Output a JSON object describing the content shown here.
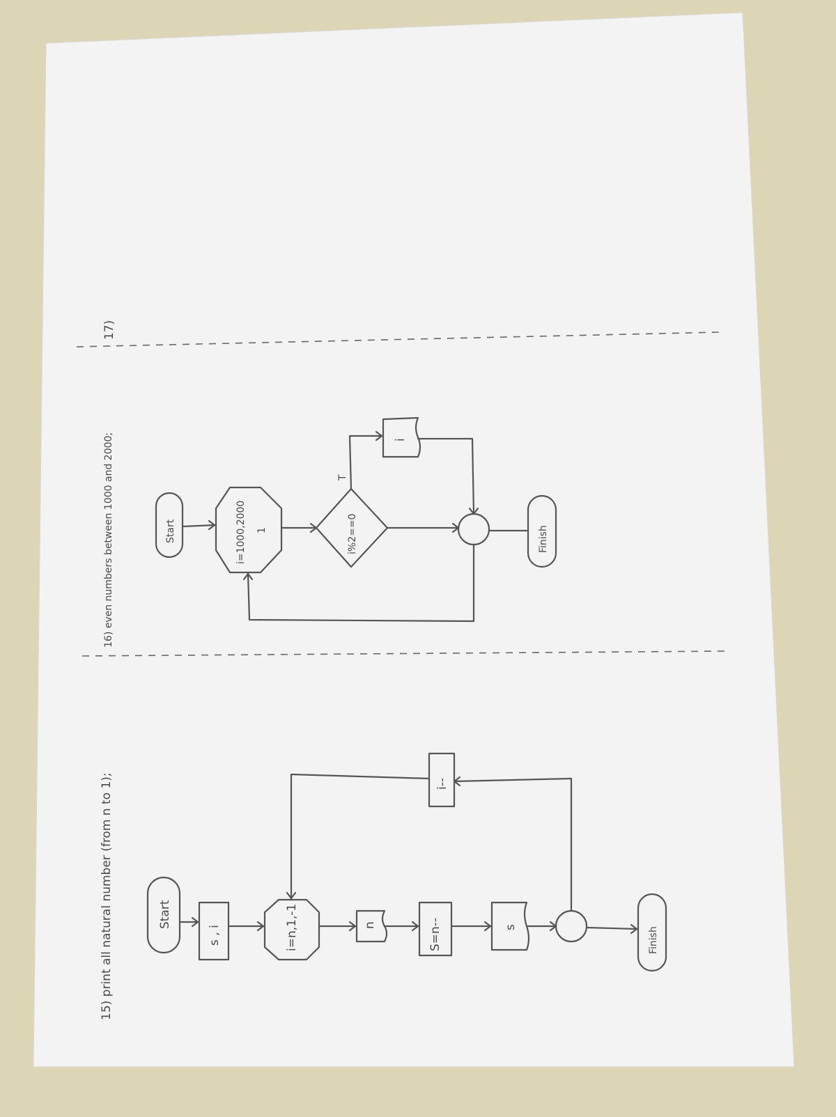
{
  "page": {
    "background_color": "#dcd5b6",
    "paper_color": "#f3f3f3",
    "ink_color": "#555555"
  },
  "headings": {
    "h15": "15) print all natural number (from n to 1);",
    "h16": "16) even numbers between 1000 and 2000;",
    "h17": "17)"
  },
  "flow15": {
    "start": "Start",
    "input": "s , i",
    "loop": "i=n,1,-1",
    "output_n": "n",
    "assign": "S=n--",
    "output_s": "s",
    "decrement": "i--",
    "finish": "Finish"
  },
  "flow16": {
    "start": "Start",
    "loop": "i=1000,2000",
    "loop_sub": "1",
    "condition": "i%2==0",
    "true_label": "T",
    "output_i": "i",
    "finish": "Finish"
  }
}
